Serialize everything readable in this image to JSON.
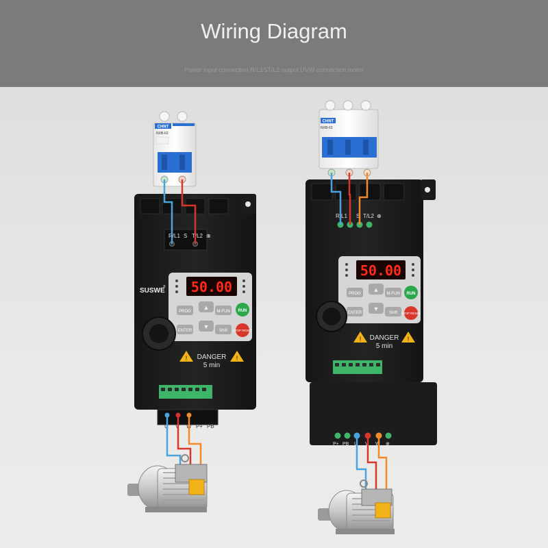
{
  "header": {
    "title": "Wiring Diagram",
    "subtitle": "Power input connection R/L1ST/L2 output UVW connection motor"
  },
  "colors": {
    "header_bg": "#7b7b7b",
    "inverter_body": "#1e1e1e",
    "wire_blue": "#4aa3df",
    "wire_red": "#d9362b",
    "wire_orange": "#f08a2c",
    "breaker_blue": "#2a6fd1",
    "display_red": "#ff2a1a",
    "run_green": "#2aa84a",
    "stop_red": "#d9362b",
    "terminal_green": "#3fb56a"
  },
  "left_device": {
    "breaker": {
      "brand": "CHNT",
      "model": "NXB-63",
      "poles": 2
    },
    "input_terminals": [
      "R/L1",
      "S",
      "T/L2",
      "⊕"
    ],
    "brand": "SUSWE",
    "brand_mark": "®",
    "display": "50.00",
    "keys": {
      "prog": "PROG",
      "mfun": "M-FUN",
      "run": "RUN",
      "enter": "ENTER",
      "shift": "Shift",
      "stop": "STOP\nRESET"
    },
    "danger": {
      "word": "DANGER",
      "time": "5 min"
    },
    "output_terminals": [
      "U",
      "V",
      "W",
      "P+",
      "PB"
    ]
  },
  "right_device": {
    "breaker": {
      "brand": "CHNT",
      "model": "NXB-63",
      "poles": 3
    },
    "input_terminals": [
      "R/L1",
      "S",
      "T/L2",
      "⊕"
    ],
    "display": "50.00",
    "keys": {
      "prog": "PROG",
      "mfun": "M-FUN",
      "run": "RUN",
      "enter": "ENTER",
      "shift": "Shift",
      "stop": "STOP\nRESET"
    },
    "danger": {
      "word": "DANGER",
      "time": "5 min"
    },
    "output_terminals": [
      "P+",
      "PB",
      "U",
      "V",
      "W",
      "⊕"
    ]
  }
}
